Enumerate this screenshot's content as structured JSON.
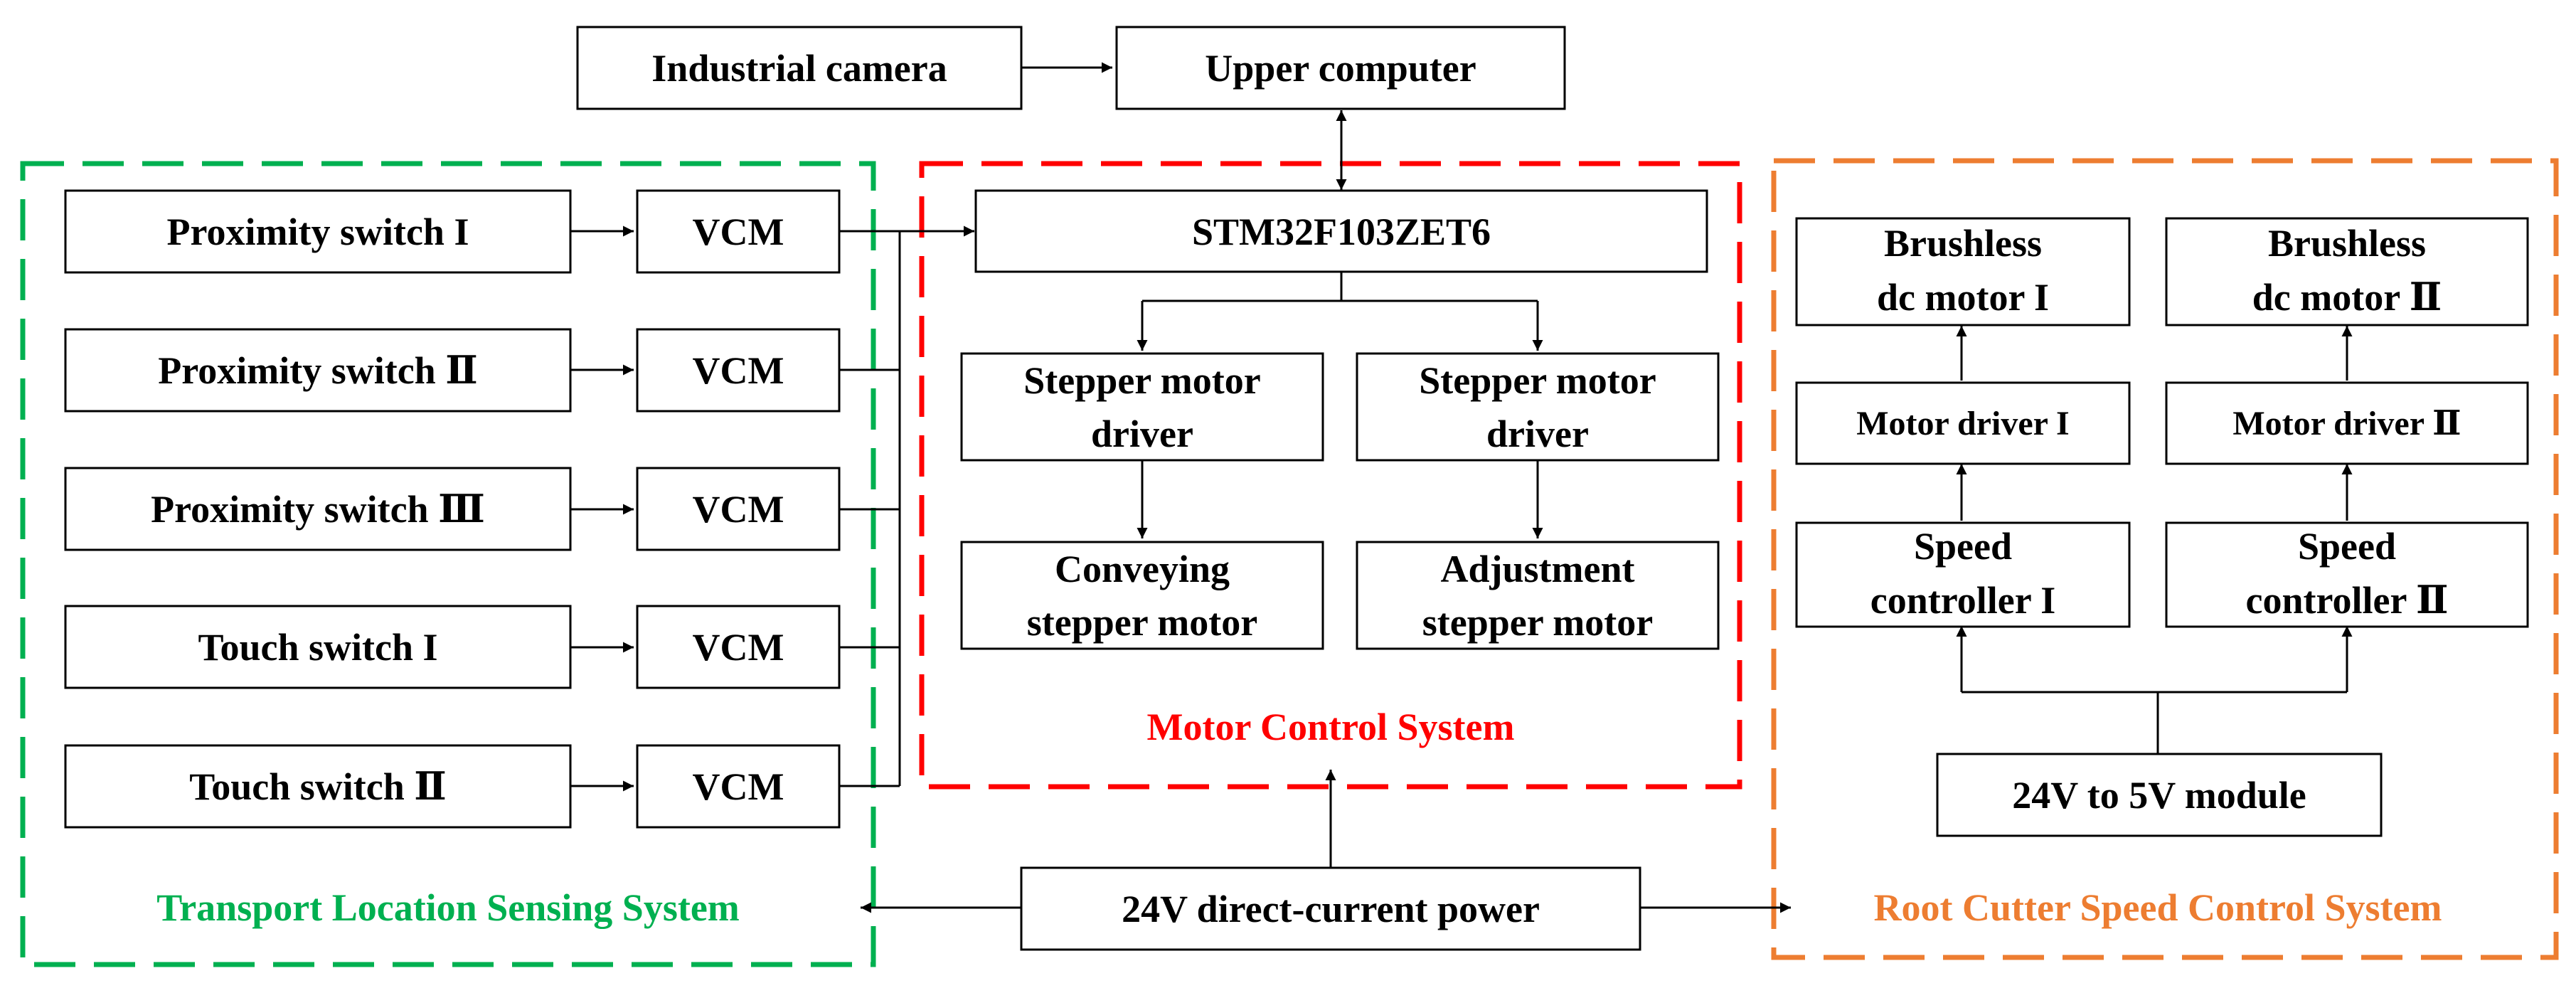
{
  "top": {
    "camera": "Industrial camera",
    "upper_computer": "Upper computer"
  },
  "transport": {
    "label": "Transport Location Sensing System",
    "label_color": "#00b050",
    "sensors": [
      "Proximity switch I",
      "Proximity switch Ⅱ",
      "Proximity switch Ⅲ",
      "Touch switch I",
      "Touch switch Ⅱ"
    ],
    "vcm": "VCM"
  },
  "motor": {
    "label": "Motor Control System",
    "label_color": "#ff0000",
    "mcu": "STM32F103ZET6",
    "driver_left": [
      "Stepper motor",
      "driver"
    ],
    "driver_right": [
      "Stepper motor",
      "driver"
    ],
    "motor_left": [
      "Conveying",
      "stepper motor"
    ],
    "motor_right": [
      "Adjustment",
      "stepper motor"
    ]
  },
  "root": {
    "label": "Root Cutter Speed Control System",
    "label_color": "#ed7d31",
    "bldc_1": [
      "Brushless",
      "dc motor I"
    ],
    "bldc_2": [
      "Brushless",
      "dc motor Ⅱ"
    ],
    "driver_1": "Motor driver I",
    "driver_2": "Motor driver Ⅱ",
    "speed_1": [
      "Speed",
      "controller I"
    ],
    "speed_2": [
      "Speed",
      "controller Ⅱ"
    ],
    "converter": "24V to 5V module"
  },
  "power": "24V direct-current power"
}
